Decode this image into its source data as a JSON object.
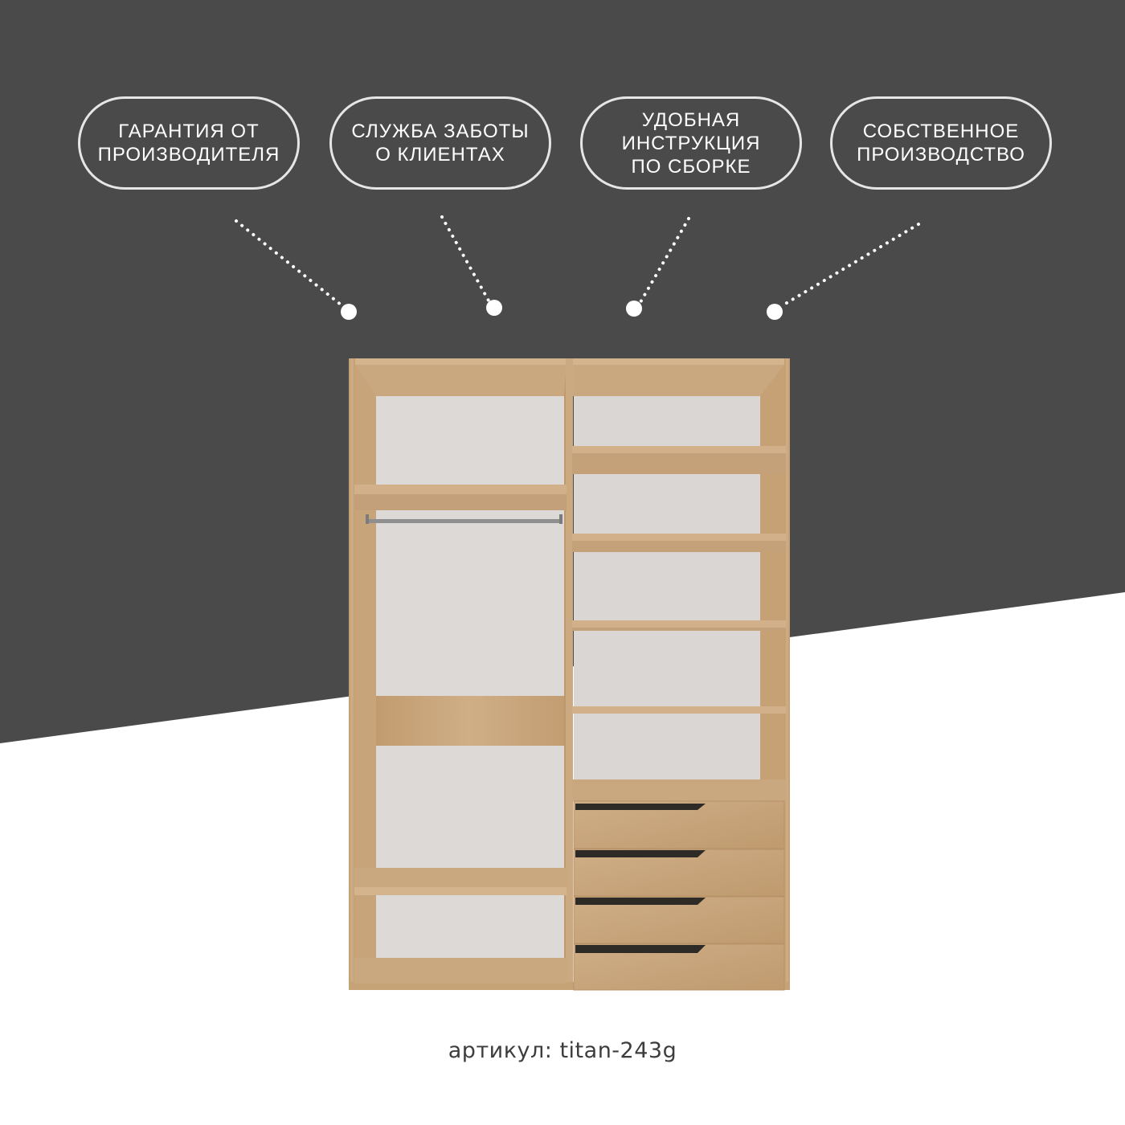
{
  "colors": {
    "background_dark": "#4a4a4a",
    "background_light": "#ffffff",
    "badge_border": "#e6e6e6",
    "badge_text": "#ffffff",
    "wood": "#c9a57c",
    "back_panel": "#dddad7",
    "article_text": "#3d3d3d"
  },
  "features": [
    {
      "lines": [
        "ГАРАНТИЯ ОТ",
        "ПРОИЗВОДИТЕЛЯ"
      ]
    },
    {
      "lines": [
        "СЛУЖБА ЗАБОТЫ",
        "О КЛИЕНТАХ"
      ]
    },
    {
      "lines": [
        "УДОБНАЯ",
        "ИНСТРУКЦИЯ",
        "ПО СБОРКЕ"
      ]
    },
    {
      "lines": [
        "СОБСТВЕННОЕ",
        "ПРОИЗВОДСТВО"
      ]
    }
  ],
  "product": {
    "image": "wardrobe-icon",
    "drawers": 4,
    "shelves_right": 5,
    "has_hanging_rail": true
  },
  "article": {
    "label": "артикул:",
    "value": "titan-243g"
  }
}
